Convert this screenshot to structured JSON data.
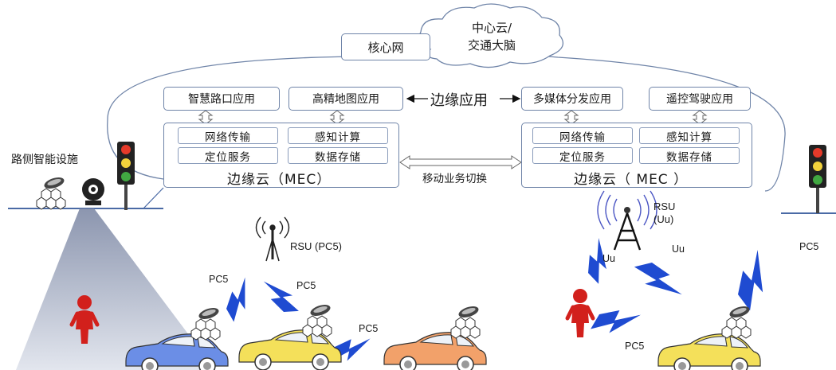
{
  "cloud": {
    "central_cloud_line1": "中心云/",
    "central_cloud_line2": "交通大脑",
    "core_network": "核心网"
  },
  "edge_apps": {
    "title": "边缘应用",
    "items": [
      "智慧路口应用",
      "高精地图应用",
      "多媒体分发应用",
      "遥控驾驶应用"
    ]
  },
  "mec_left": {
    "label": "边缘云（MEC）",
    "services": [
      "网络传输",
      "感知计算",
      "定位服务",
      "数据存储"
    ]
  },
  "mec_right": {
    "label": "边缘云（ MEC ）",
    "services": [
      "网络传输",
      "感知计算",
      "定位服务",
      "数据存储"
    ]
  },
  "handover_label": "移动业务切换",
  "roadside": {
    "label": "路侧智能设施"
  },
  "rsu_left": {
    "label": "RSU (PC5)"
  },
  "rsu_right": {
    "line1": "RSU",
    "line2": "(Uu)"
  },
  "links": {
    "pc5_a": "PC5",
    "pc5_b": "PC5",
    "pc5_c": "PC5",
    "pc5_d": "PC5",
    "pc5_e": "PC5",
    "uu_a": "Uu",
    "uu_b": "Uu"
  },
  "colors": {
    "box_border": "#6f84a8",
    "lightning": "#1f4bd1",
    "car_blue": "#6b8ee6",
    "car_yellow": "#f4e05a",
    "car_orange": "#f2a16a",
    "person_red": "#d2201c"
  }
}
